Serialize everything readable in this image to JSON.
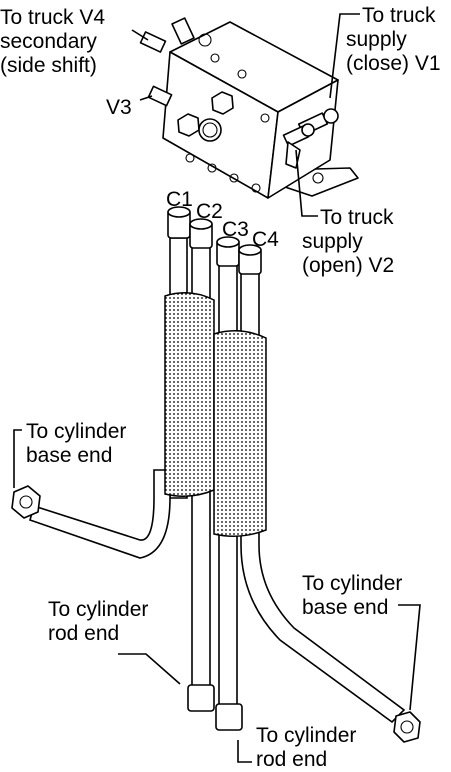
{
  "labels": {
    "v4": [
      "To truck V4",
      "secondary",
      "(side shift)"
    ],
    "v1": [
      "To truck",
      "supply",
      "(close) V1"
    ],
    "v3": "V3",
    "v2": [
      "To truck",
      "supply",
      "(open) V2"
    ],
    "c1": "C1",
    "c2": "C2",
    "c3": "C3",
    "c4": "C4",
    "cyl_base_left": [
      "To cylinder",
      "base end"
    ],
    "cyl_rod_left": [
      "To cylinder",
      "rod end"
    ],
    "cyl_base_right": [
      "To cylinder",
      "base end"
    ],
    "cyl_rod_bottom": [
      "To cylinder",
      "rod end"
    ]
  }
}
